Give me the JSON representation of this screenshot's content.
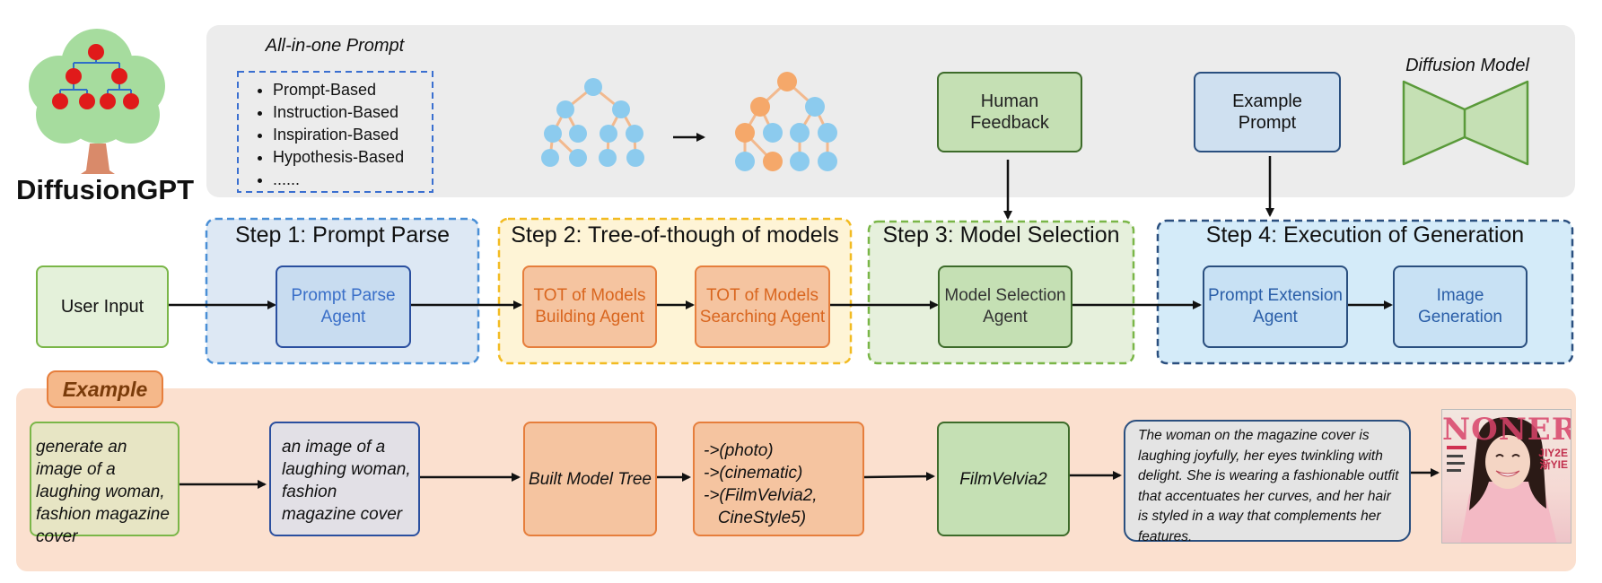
{
  "logo": {
    "title": "DiffusionGPT"
  },
  "top": {
    "prompt_title": "All-in-one Prompt",
    "prompt_items": [
      "Prompt-Based",
      "Instruction-Based",
      "Inspiration-Based",
      "Hypothesis-Based",
      "......"
    ],
    "human_feedback": "Human\nFeedback",
    "example_prompt": "Example\nPrompt",
    "diffusion_model": "Diffusion Model"
  },
  "steps": {
    "step1": "Step 1: Prompt Parse",
    "step2": "Step 2: Tree-of-though of models",
    "step3": "Step 3: Model Selection",
    "step4": "Step 4: Execution of Generation"
  },
  "flow": {
    "user_input": "User Input",
    "prompt_parse_agent": "Prompt Parse\nAgent",
    "tot_building": "TOT of Models\nBuilding Agent",
    "tot_searching": "TOT of Models\nSearching Agent",
    "model_selection_agent": "Model Selection\nAgent",
    "prompt_extension_agent": "Prompt Extension\nAgent",
    "image_generation": "Image\nGeneration"
  },
  "example": {
    "label": "Example",
    "user_prompt": "generate an image of a laughing woman, fashion magazine cover",
    "parsed_prompt": "an image of a laughing woman, fashion magazine cover",
    "built_tree": "Built Model Tree",
    "search_path": "->(photo)\n->(cinematic)\n->(FilmVelvia2,\n   CineStyle5)",
    "selected_model": "FilmVelvia2",
    "extended_prompt": "The woman on the magazine cover is laughing joyfully, her eyes twinkling with delight. She is wearing a fashionable outfit that accentuates her curves, and her hair is styled in a way that complements her features.",
    "cover_text": "NONER",
    "cover_side": "JIY2E\n渐YIE"
  },
  "colors": {
    "blue_border": "#4a8fd6",
    "yellow_border": "#f2bb22",
    "green_border": "#7ab648",
    "dark_blue_border": "#2a4f7f",
    "orange": "#f5c4a0",
    "orange_border": "#e67e3c",
    "node_blue": "#8ccbee",
    "node_orange": "#f5a86a"
  }
}
